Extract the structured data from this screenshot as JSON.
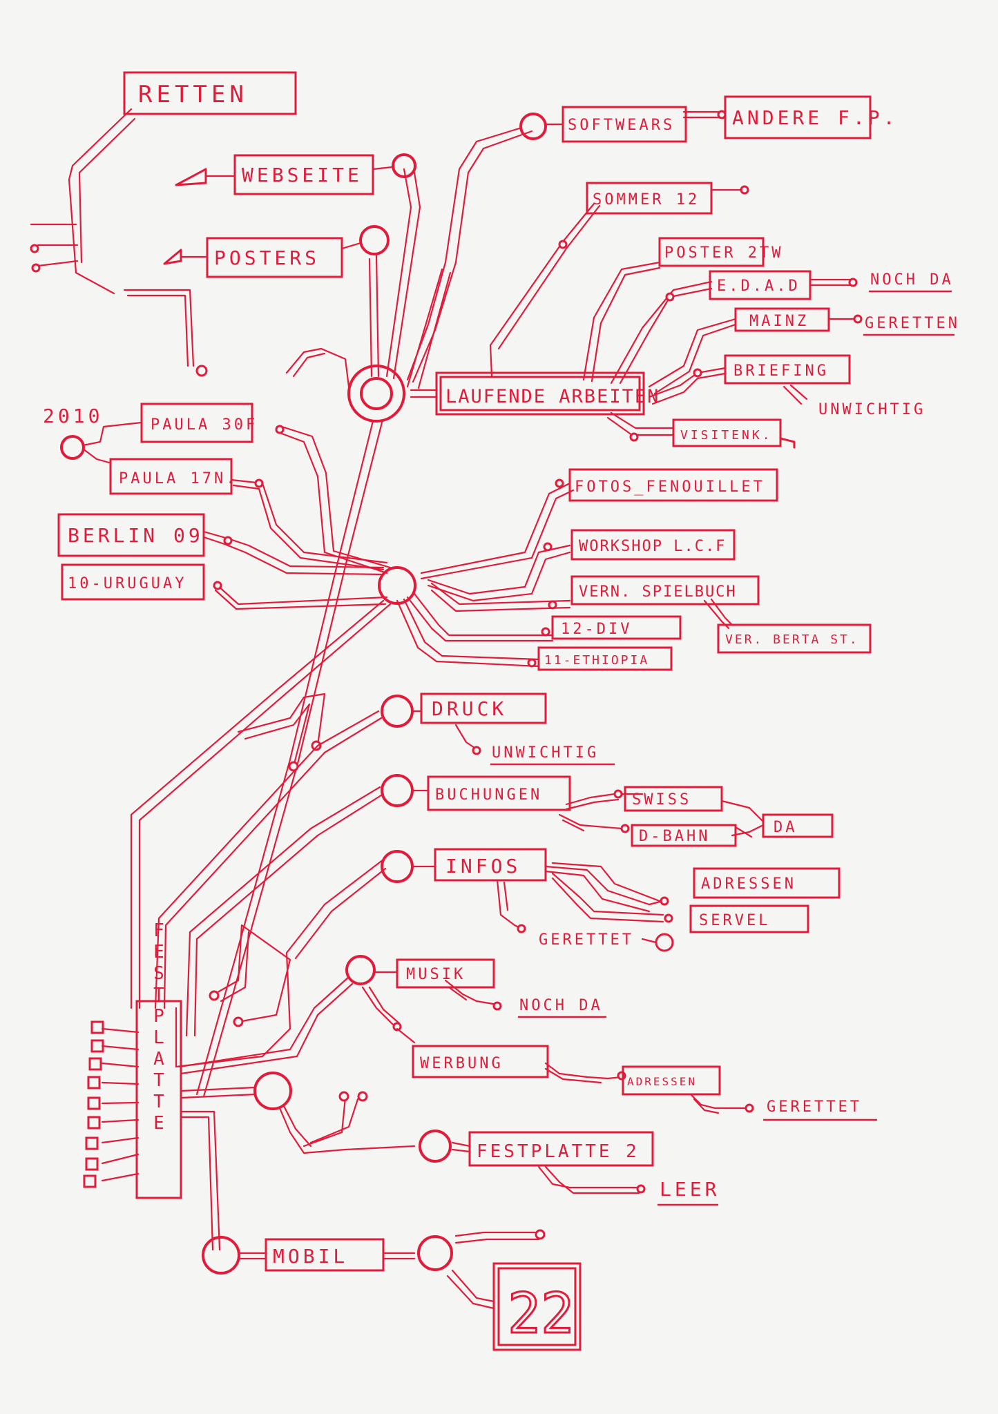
{
  "colors": {
    "ink": "#e31b3a",
    "paper": "#f5f5f3"
  },
  "labels": {
    "retten": "RETTEN",
    "webseite": "WEBSEITE",
    "posters": "POSTERS",
    "softwears": "SOFTWEARS",
    "andere": "ANDERE F.P.",
    "sommer": "SOMMER 12",
    "poster2": "POSTER 2TW",
    "edad": "E.D.A.D",
    "nochda1": "NOCH DA",
    "mainz": "MAINZ",
    "geretten": "GERETTEN",
    "briefing": "BRIEFING",
    "unwichtig1": "UNWICHTIG",
    "laufende": "LAUFENDE ARBEITEN",
    "visitenk": "VISITENK.",
    "year": "2010",
    "paula30": "PAULA 30F",
    "paula17": "PAULA 17N.",
    "berlin": "BERLIN 09",
    "uruguay": "10-URUGUAY",
    "fotos": "FOTOS_FENOUILLET",
    "workshop": "WORKSHOP L.C.F",
    "vern": "VERN. SPIELBUCH",
    "verb": "VER. BERTA ST.",
    "div": "12-DIV",
    "ethiopia": "11-ETHIOPIA",
    "druck": "DRUCK",
    "unwichtig2": "UNWICHTIG",
    "buchungen": "BUCHUNGEN",
    "swiss": "SWISS",
    "dbahn": "D-BAHN",
    "da": "DA",
    "infos": "INFOS",
    "adressen": "ADRESSEN",
    "servel": "SERVEL",
    "gerettet1": "GERETTET",
    "musik": "MUSIK",
    "nochda2": "NOCH DA",
    "werbung": "WERBUNG",
    "adressen2": "ADRESSEN",
    "gerettet2": "GERETTET",
    "festplatte2": "FESTPLATTE 2",
    "leer": "LEER",
    "festplatte": "FESTPLATTE",
    "mobil": "MOBIL",
    "num22": "22"
  }
}
